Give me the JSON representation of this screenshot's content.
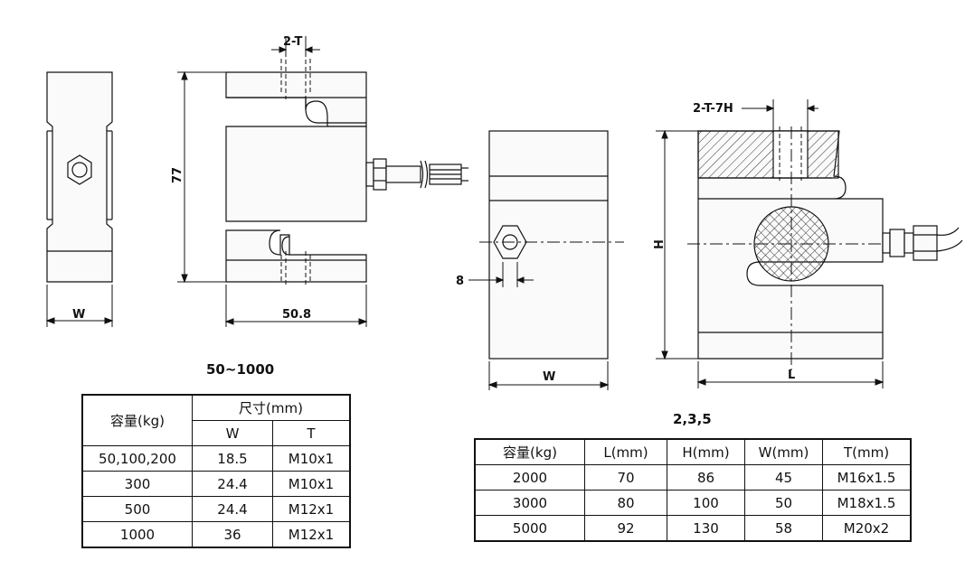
{
  "diagram": {
    "labels": {
      "two_t": "2-T",
      "height_77": "77",
      "w_left": "W",
      "length_508": "50.8",
      "eight": "8",
      "w_mid": "W",
      "two_t_7h": "2-T-7H",
      "h_right": "H",
      "l_right": "L"
    }
  },
  "table1": {
    "title": "50~1000",
    "header_capacity": "容量(kg)",
    "header_size": "尺寸(mm)",
    "col_w": "W",
    "col_t": "T",
    "rows": [
      {
        "cap": "50,100,200",
        "w": "18.5",
        "t": "M10x1"
      },
      {
        "cap": "300",
        "w": "24.4",
        "t": "M10x1"
      },
      {
        "cap": "500",
        "w": "24.4",
        "t": "M12x1"
      },
      {
        "cap": "1000",
        "w": "36",
        "t": "M12x1"
      }
    ]
  },
  "table2": {
    "title": "2,3,5",
    "headers": [
      "容量(kg)",
      "L(mm)",
      "H(mm)",
      "W(mm)",
      "T(mm)"
    ],
    "rows": [
      [
        "2000",
        "70",
        "86",
        "45",
        "M16x1.5"
      ],
      [
        "3000",
        "80",
        "100",
        "50",
        "M18x1.5"
      ],
      [
        "5000",
        "92",
        "130",
        "58",
        "M20x2"
      ]
    ]
  }
}
